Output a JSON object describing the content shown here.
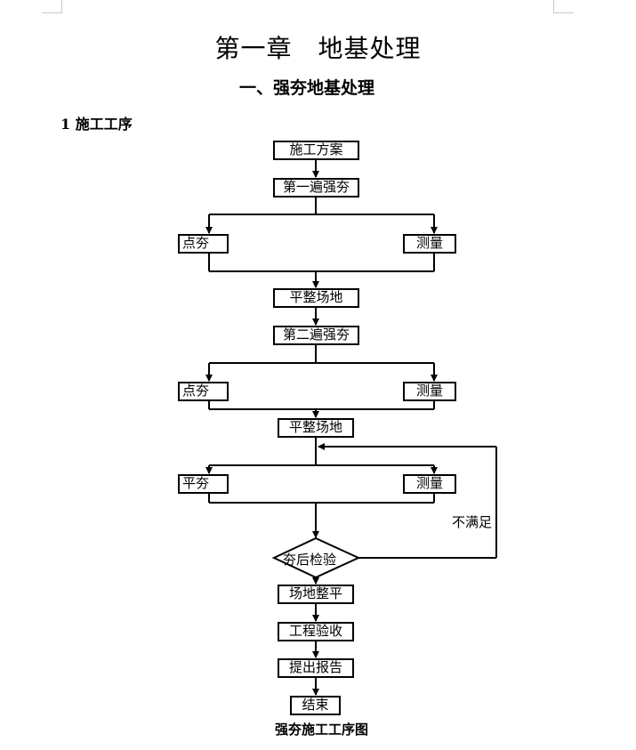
{
  "title": "第一章　地基处理",
  "section": "一、强夯地基处理",
  "subsection": "1 施工工序",
  "flow": {
    "b1": "施工方案",
    "b2": "第一遍强夯",
    "b3": "点夯",
    "b4": "测量",
    "b5": "平整场地",
    "b6": "第二遍强夯",
    "b7": "点夯",
    "b8": "测量",
    "b9": "平整场地",
    "b10": "平夯",
    "b11": "测量",
    "decision": "夯后检验",
    "loop_label": "不满足",
    "b12": "场地整平",
    "b13": "工程验收",
    "b14": "提出报告",
    "b15": "结束"
  },
  "caption": "强夯施工工序图"
}
